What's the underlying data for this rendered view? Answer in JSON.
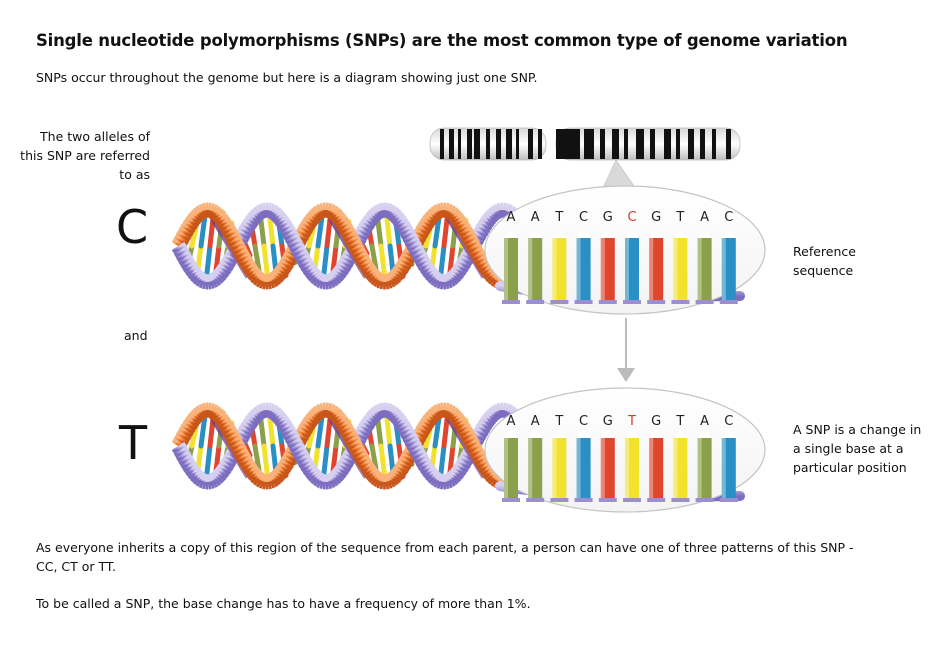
{
  "title": "Single nucleotide polymorphisms (SNPs) are the most common type of genome variation",
  "subtitle": "SNPs occur throughout the genome but here is a diagram showing just one SNP.",
  "alleles_intro": "The two alleles of this SNP are referred to as",
  "allele_1": "C",
  "and_label": "and",
  "allele_2": "T",
  "reference_label": "Reference sequence",
  "snp_definition": "A SNP is a change in a single base at a particular position",
  "reference_sequence": [
    "A",
    "A",
    "T",
    "C",
    "G",
    "C",
    "G",
    "T",
    "A",
    "C"
  ],
  "variant_sequence": [
    "A",
    "A",
    "T",
    "C",
    "G",
    "T",
    "G",
    "T",
    "A",
    "C"
  ],
  "snp_index": 5,
  "footer_1": "As everyone inherits a copy of this region of the sequence from each parent, a person can have one of three patterns of this SNP - CC, CT or TT.",
  "footer_2": "To be called a SNP, the base change has to have a frequency of more than 1%.",
  "colors": {
    "A": "#8aa04a",
    "T": "#f2e230",
    "C": "#2a8fc4",
    "G": "#e0452e",
    "snp_letter": "#d9382a",
    "strand_purple": "#a79ad8",
    "strand_orange": "#f07a2e"
  }
}
